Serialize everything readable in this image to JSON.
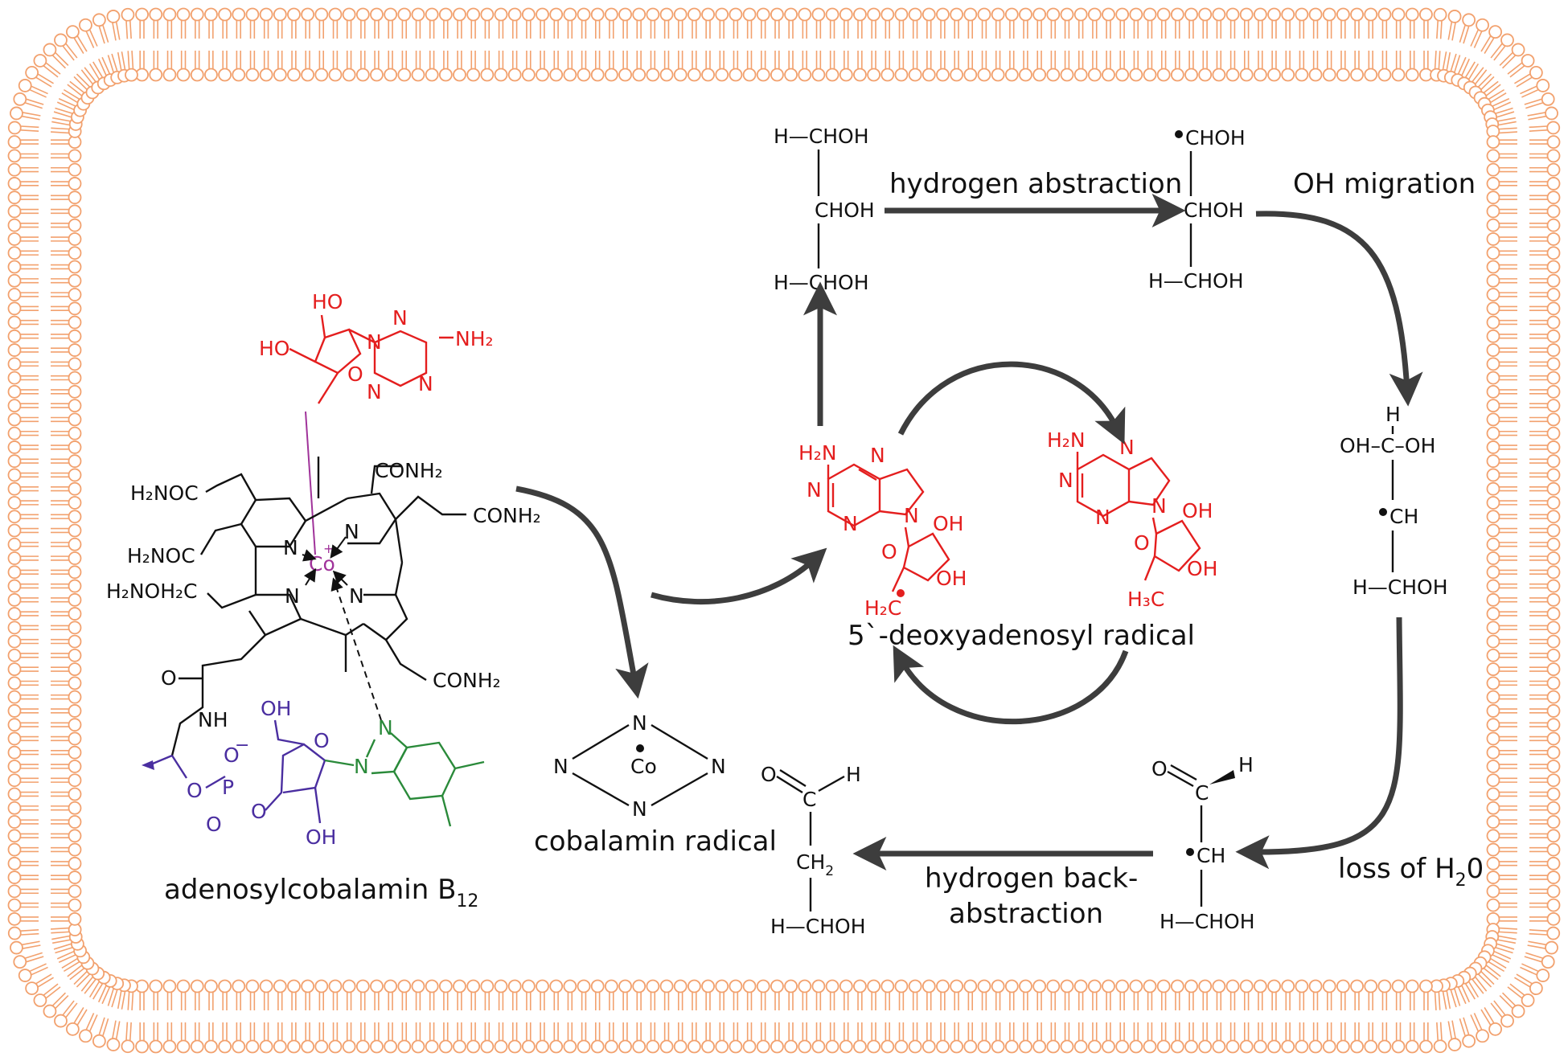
{
  "colors": {
    "membrane": "#f2a16e",
    "arrow": "#3d3d3d",
    "adenosyl": "#e41e1e",
    "nucleotide": "#4a2ea0",
    "benzimidazole": "#2a8a3a",
    "cobalt_bond": "#a0339a"
  },
  "labels": {
    "hydrogen_abstraction": "hydrogen abstraction",
    "oh_migration": "OH migration",
    "deoxyadenosyl_radical": "5`-deoxyadenosyl radical",
    "cobalamin_radical": "cobalamin radical",
    "adenosylcobalamin_main": "adenosylcobalamin B",
    "adenosylcobalamin_sub": "12",
    "hydrogen_back_1": "hydrogen back-",
    "hydrogen_back_2": "abstraction",
    "loss_of_water_main": "loss of H",
    "loss_of_water_sub": "2",
    "loss_of_water_end": "0"
  },
  "glycerol": {
    "c1": "H—CHOH",
    "c2": "CHOH",
    "c3": "H—CHOH"
  },
  "radical_glycerol": {
    "c1": "CHOH",
    "c2": "CHOH",
    "c3": "H—CHOH"
  },
  "gem_diol": {
    "h": "H",
    "oh_c_oh": "OH–C–OH",
    "ch": "CH",
    "c3": "H—CHOH"
  },
  "radical_aldehyde": {
    "o": "O",
    "h": "H",
    "c": "C",
    "ch": "CH",
    "c3": "H—CHOH"
  },
  "hpa": {
    "o": "O",
    "h": "H",
    "c": "C",
    "ch2": "CH",
    "ch2_sub": "2",
    "c3": "H—CHOH"
  },
  "cobalamin_square": {
    "n": "N",
    "co": "Co"
  },
  "adenosyl_radical": {
    "nh2": "H₂N",
    "n": "N",
    "oh": "OH",
    "o": "O",
    "h2c": "H₂C"
  },
  "deoxyadenosine": {
    "nh2": "H₂N",
    "n": "N",
    "oh": "OH",
    "o": "O",
    "h3c": "H₃C"
  },
  "b12": {
    "ho_top": "HO",
    "ho_left": "HO",
    "nh2": "NH₂",
    "n": "N",
    "o": "O",
    "conh2_a": "CONH₂",
    "conh2_b": "CONH₂",
    "conh2_c": "CONH₂",
    "h2noc_a": "H₂NOC",
    "h2noc_b": "H₂NOC",
    "h2noh2c": "H₂NOH₂C",
    "co": "Co",
    "plus": "+",
    "nh": "NH",
    "o_amide": "O",
    "oh_blue": "OH",
    "o_blue": "O",
    "p": "P",
    "minus": "−",
    "oh_bottom": "OH"
  }
}
